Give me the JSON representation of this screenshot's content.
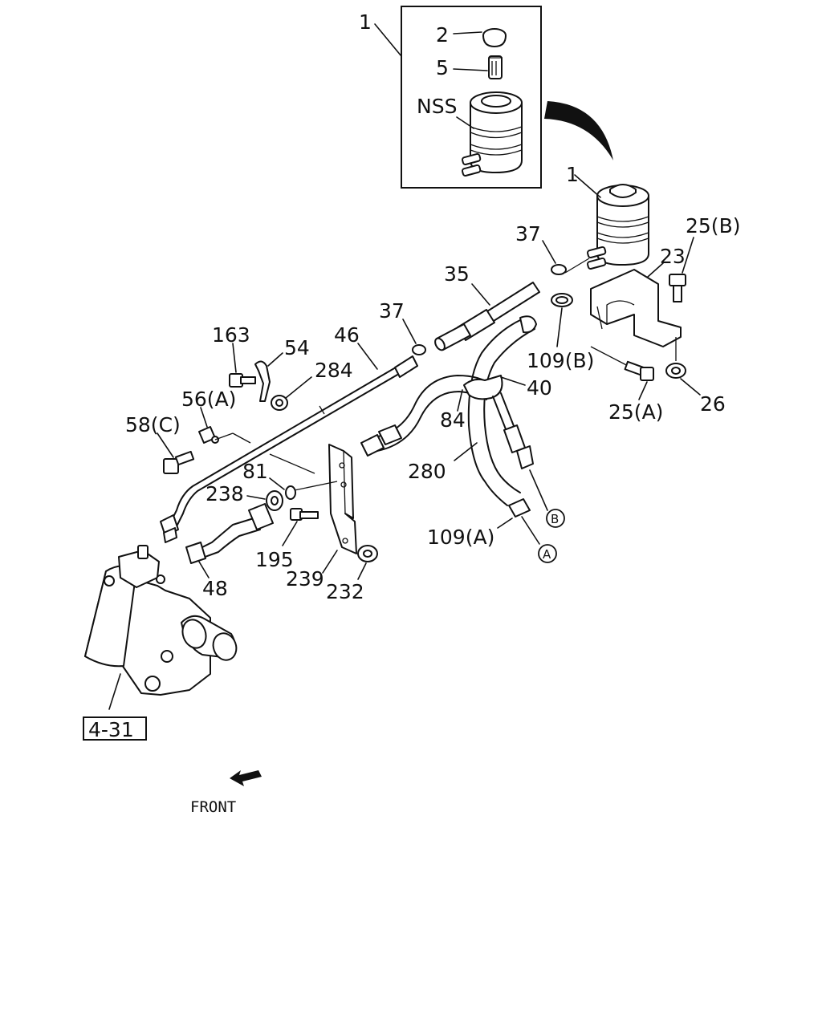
{
  "callouts": {
    "c1_top": "1",
    "c2": "2",
    "c5": "5",
    "nss": "NSS",
    "c1_right": "1",
    "c37_right": "37",
    "c25b": "25(B)",
    "c23": "23",
    "c35": "35",
    "c37_mid": "37",
    "c109b": "109(B)",
    "c163": "163",
    "c54": "54",
    "c46": "46",
    "c284": "284",
    "c40": "40",
    "c25a": "25(A)",
    "c26": "26",
    "c56a": "56(A)",
    "c84": "84",
    "c58c": "58(C)",
    "c81": "81",
    "c280": "280",
    "c238": "238",
    "c195": "195",
    "c109a": "109(A)",
    "c48": "48",
    "c239": "239",
    "c232": "232",
    "ref_b": "B",
    "ref_a": "A"
  },
  "page_ref": "4-31",
  "direction_label": "FRONT",
  "icons": {
    "front_arrow": "front-arrow-icon"
  }
}
